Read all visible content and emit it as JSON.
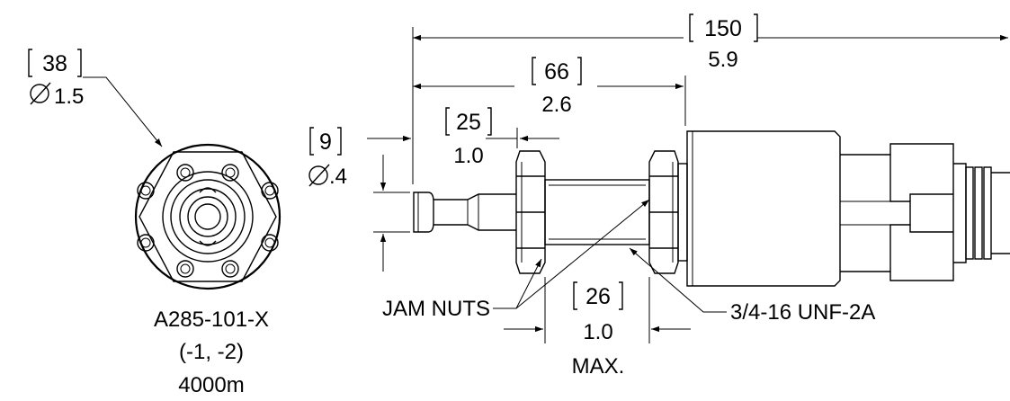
{
  "front_view": {
    "diameter_mm": "38",
    "diameter_in": "1.5",
    "part_number": "A285-101-X",
    "variants": "(-1, -2)",
    "depth_rating": "4000m"
  },
  "side_view": {
    "overall_length_mm": "150",
    "overall_length_in": "5.9",
    "body_length_mm": "66",
    "body_length_in": "2.6",
    "probe_length_mm": "25",
    "probe_length_in": "1.0",
    "tip_diameter_mm": "9",
    "tip_diameter_in": ".4",
    "thread_length_mm": "26",
    "thread_length_in": "1.0",
    "thread_length_note": "MAX.",
    "jam_nuts_label": "JAM NUTS",
    "thread_spec": "3/4-16 UNF-2A"
  }
}
